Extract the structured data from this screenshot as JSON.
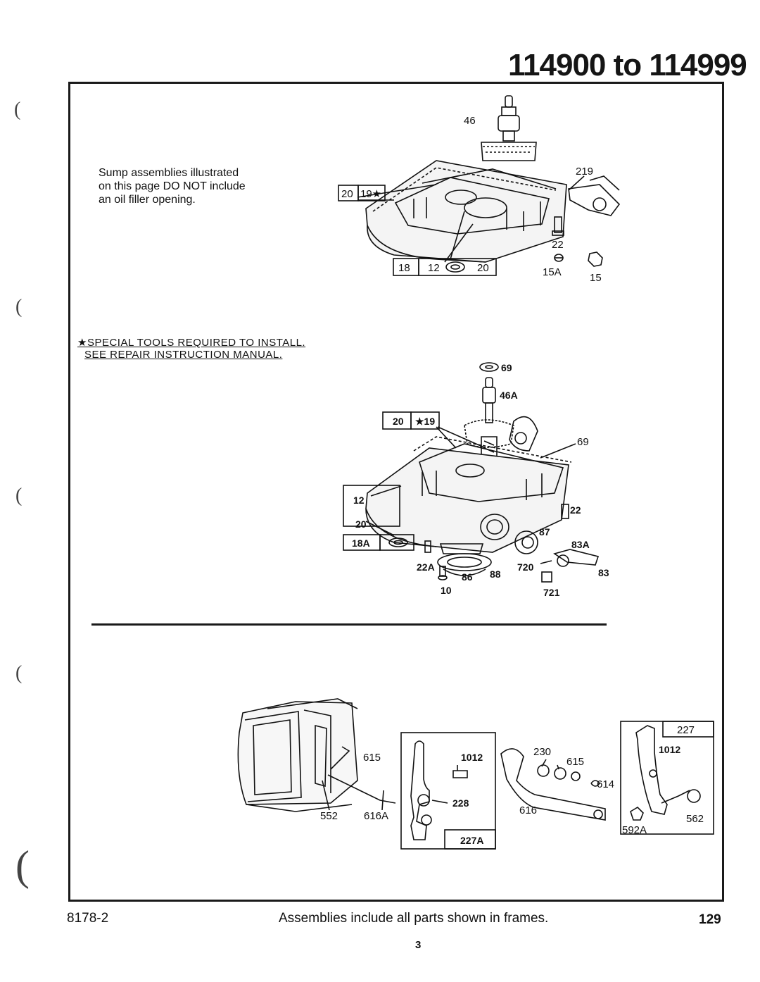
{
  "header": {
    "title": "114900 to 114999"
  },
  "note": {
    "lines": [
      "Sump assemblies illustrated",
      "on this page DO NOT include",
      "an oil filler opening."
    ]
  },
  "special": {
    "line1": "★SPECIAL TOOLS REQUIRED TO INSTALL.",
    "line2": "SEE REPAIR INSTRUCTION MANUAL."
  },
  "diagram1": {
    "labels": {
      "p46": "46",
      "p219": "219",
      "p22": "22",
      "p15A": "15A",
      "p15": "15",
      "box_a1": "20",
      "box_a2": "19★",
      "box_b1": "18",
      "box_b2": "12",
      "box_b3": "20"
    }
  },
  "diagram2": {
    "labels": {
      "p69top": "69",
      "p46A": "46A",
      "p69": "69",
      "p12": "12",
      "p20": "20",
      "p22": "22",
      "p87": "87",
      "p83A": "83A",
      "p22A": "22A",
      "p86": "86",
      "p88": "88",
      "p720": "720",
      "p83": "83",
      "p10": "10",
      "p721": "721",
      "box_a1": "20",
      "box_a2": "★19",
      "box_b1": "18A"
    }
  },
  "diagram3": {
    "labels": {
      "p615a": "615",
      "p552": "552",
      "p616A": "616A",
      "p1012a": "1012",
      "p228": "228",
      "p227A": "227A",
      "p230": "230",
      "p615b": "615",
      "p614": "614",
      "p616": "616",
      "p227": "227",
      "p1012b": "1012",
      "p562": "562",
      "p592A": "592A"
    }
  },
  "footer": {
    "code": "8178-2",
    "text": "Assemblies include all parts shown in frames.",
    "page": "129",
    "sheet": "3"
  },
  "colors": {
    "ink": "#111111",
    "paper": "#ffffff",
    "shade": "#cfcfcf"
  }
}
